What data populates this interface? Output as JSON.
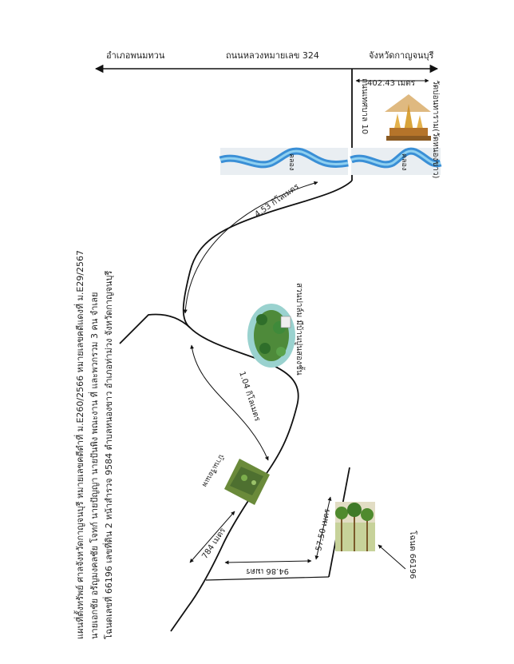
{
  "roads": {
    "top_left_label": "อำเภอพนมทวน",
    "highway_label": "ถนนหลวงหมายเลข 324",
    "top_right_label": "จังหวัดกาญจนบุรี",
    "branch_road_label": "ถนนเทศบาล 10"
  },
  "distances": {
    "temple_distance": "402.43 เมตร",
    "main_route": "4.53 กิโลเมตร",
    "mid_route": "1.04 กิโลเมตร",
    "lower_left": "784 เมตร",
    "bottom": "94.86 เมตร",
    "plot_side": "57.50 เมตร"
  },
  "places": {
    "canal_1": "คลอง",
    "canal_2": "คลอง",
    "temple": "วัดบ่อนทาราม(วัดหนองขาว)",
    "park": "สวนปาล์ม มีบ้านปูนสองชั้น",
    "residence": "บ้านเรือนเพ",
    "plot": "โฉนด 66196"
  },
  "legend": {
    "line1": "แผนที่ตั้งทรัพย์ ศาลจังหวัดกาญจนบุรี หมายเลขคดีดำที่ ม.E260/2566 หมายเลขคดีแดงที่ ม.E29/2567",
    "line2": "นายเอกชัย อรัญมงคลชัย โจทก์ นายปัญญา นายปันพิง พณะงาน ที่ และพวกรวม 3 คน จำเลย",
    "line3": "โฉนดเลขที่ 66196 เลขที่ดิน 2 หน้าสำรวจ 9584 ตำบลหนองขาว อำเภอท่าม่วง จังหวัดกาญจนบุรี"
  },
  "colors": {
    "canal": "#3a8fd6",
    "tree": "#3f8a3a",
    "temple": "#d9a43a"
  }
}
